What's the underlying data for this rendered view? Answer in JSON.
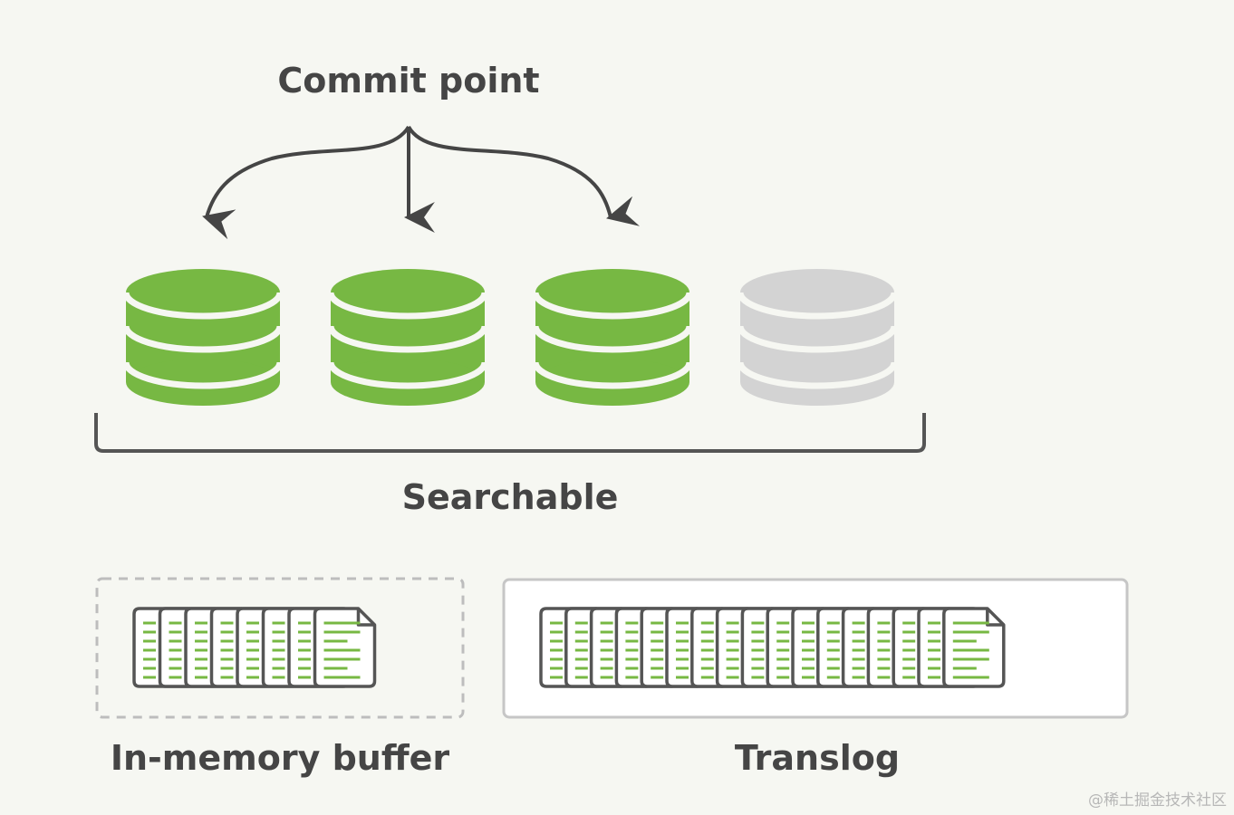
{
  "labels": {
    "commit_point": "Commit point",
    "searchable": "Searchable",
    "in_memory_buffer": "In-memory buffer",
    "translog": "Translog"
  },
  "watermark": "@稀土掘金技术社区",
  "segments": [
    {
      "state": "committed"
    },
    {
      "state": "committed"
    },
    {
      "state": "committed"
    },
    {
      "state": "uncommitted"
    }
  ],
  "buffer_documents": 8,
  "translog_documents": 17,
  "colors": {
    "committed": "#77b843",
    "uncommitted": "#d3d3d3",
    "text": "#454545",
    "outline": "#555555",
    "doc_line": "#77b843"
  }
}
